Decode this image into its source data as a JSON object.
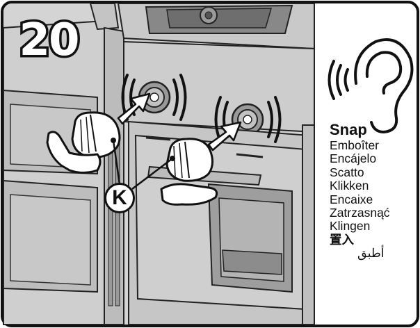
{
  "step": {
    "number": "20"
  },
  "callout": {
    "label": "K"
  },
  "instruction": {
    "primary": "Snap",
    "translations": [
      "Emboîter",
      "Encájelo",
      "Scatto",
      "Klikken",
      "Encaixe",
      "Zatrzasnąć",
      "Klingen",
      "置入",
      "أطبق"
    ]
  },
  "icons": [
    "ear-icon",
    "sound-waves-icon",
    "arrow-icon",
    "hand-icon",
    "knob-icon"
  ],
  "colors": {
    "outline": "#111111",
    "panel_fill": "#d6d6d6",
    "background": "#ffffff"
  }
}
